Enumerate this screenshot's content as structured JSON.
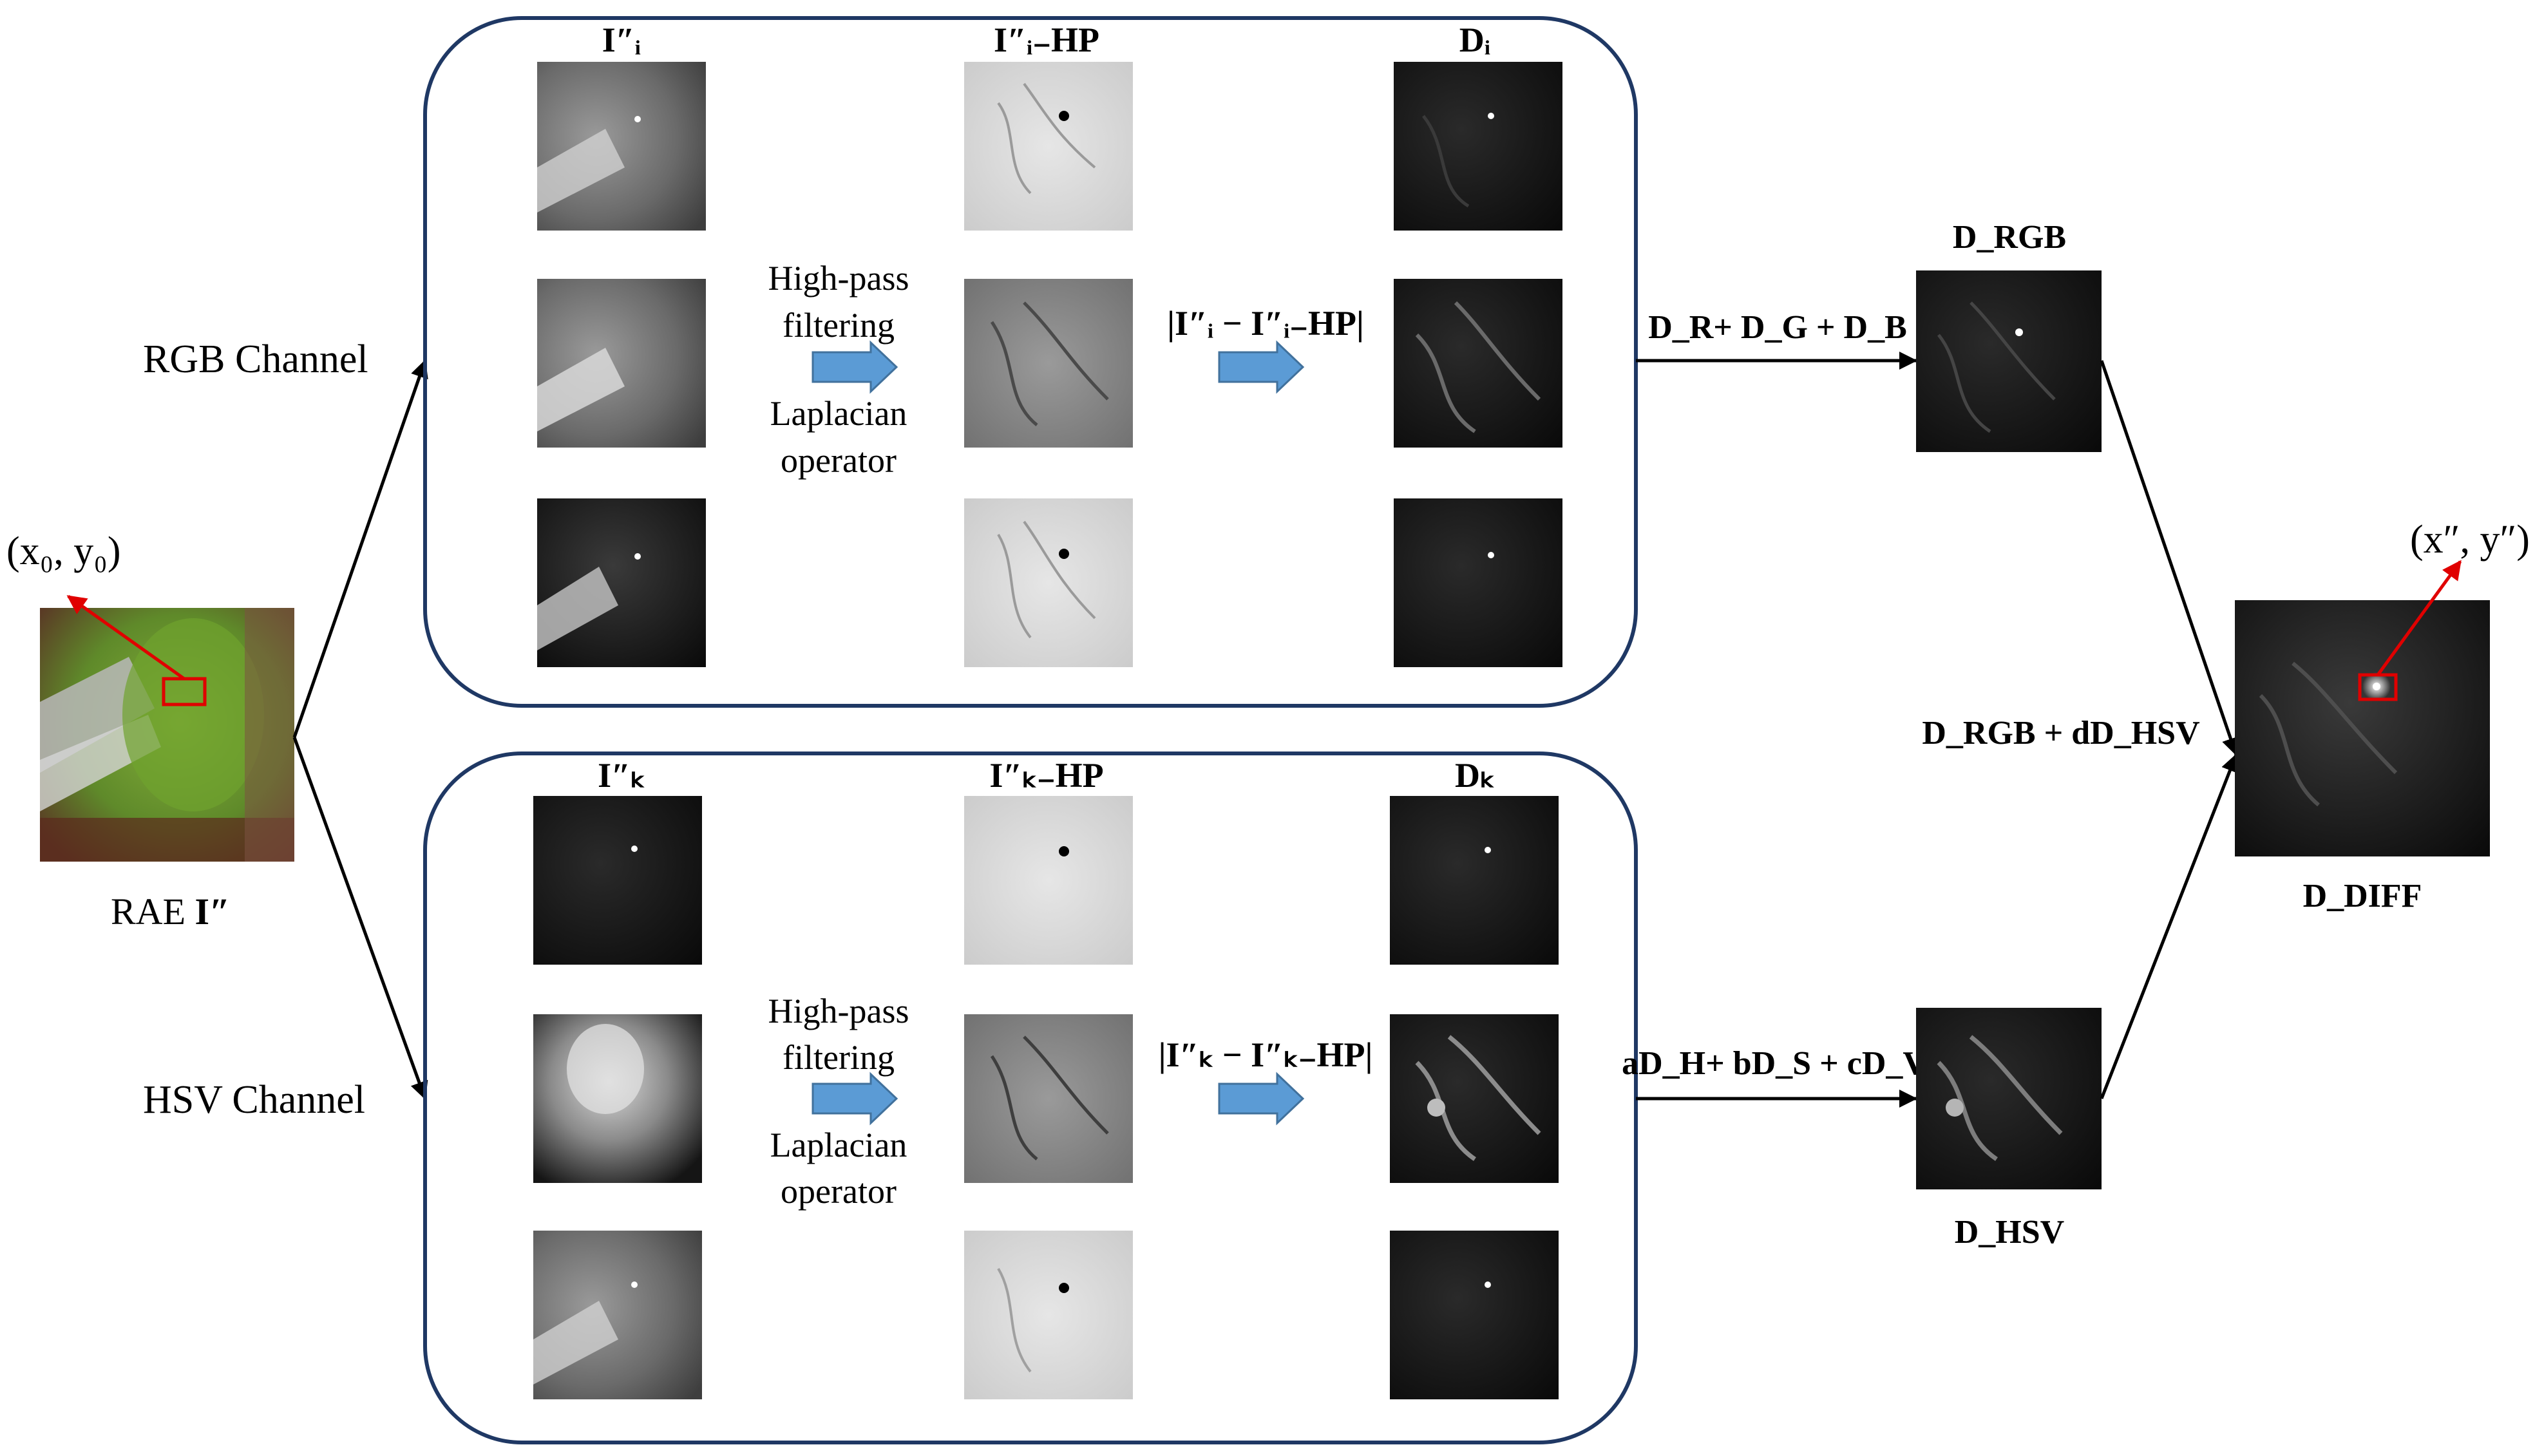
{
  "input": {
    "label_prefix": "RAE ",
    "label_symbol": "I″",
    "origin_coord": "(x₀, y₀)"
  },
  "channels": {
    "rgb": {
      "name": "RGB Channel",
      "col1_header": "I″ᵢ",
      "col2_header": "I″ᵢ₋HP",
      "col3_header": "Dᵢ",
      "filter_text": [
        "High-pass",
        "filtering",
        "Laplacian",
        "operator"
      ],
      "diff_formula": "|I″ᵢ − I″ᵢ₋HP|",
      "combine_formula": "D_R+ D_G + D_B",
      "result_label": "D_RGB"
    },
    "hsv": {
      "name": "HSV Channel",
      "col1_header": "I″ₖ",
      "col2_header": "I″ₖ₋HP",
      "col3_header": "Dₖ",
      "filter_text": [
        "High-pass",
        "filtering",
        "Laplacian",
        "operator"
      ],
      "diff_formula": "|I″ₖ − I″ₖ₋HP|",
      "combine_formula": "aD_H+ bD_S + cD_V",
      "result_label": "D_HSV"
    }
  },
  "fusion": {
    "formula": "D_RGB + dD_HSV",
    "output_label": "D_DIFF",
    "output_coord": "(x″, y″)"
  },
  "colors": {
    "box_stroke": "#1f3864",
    "arrow_fill": "#5b9bd5",
    "highlight": "#e00000",
    "line": "#000000"
  }
}
